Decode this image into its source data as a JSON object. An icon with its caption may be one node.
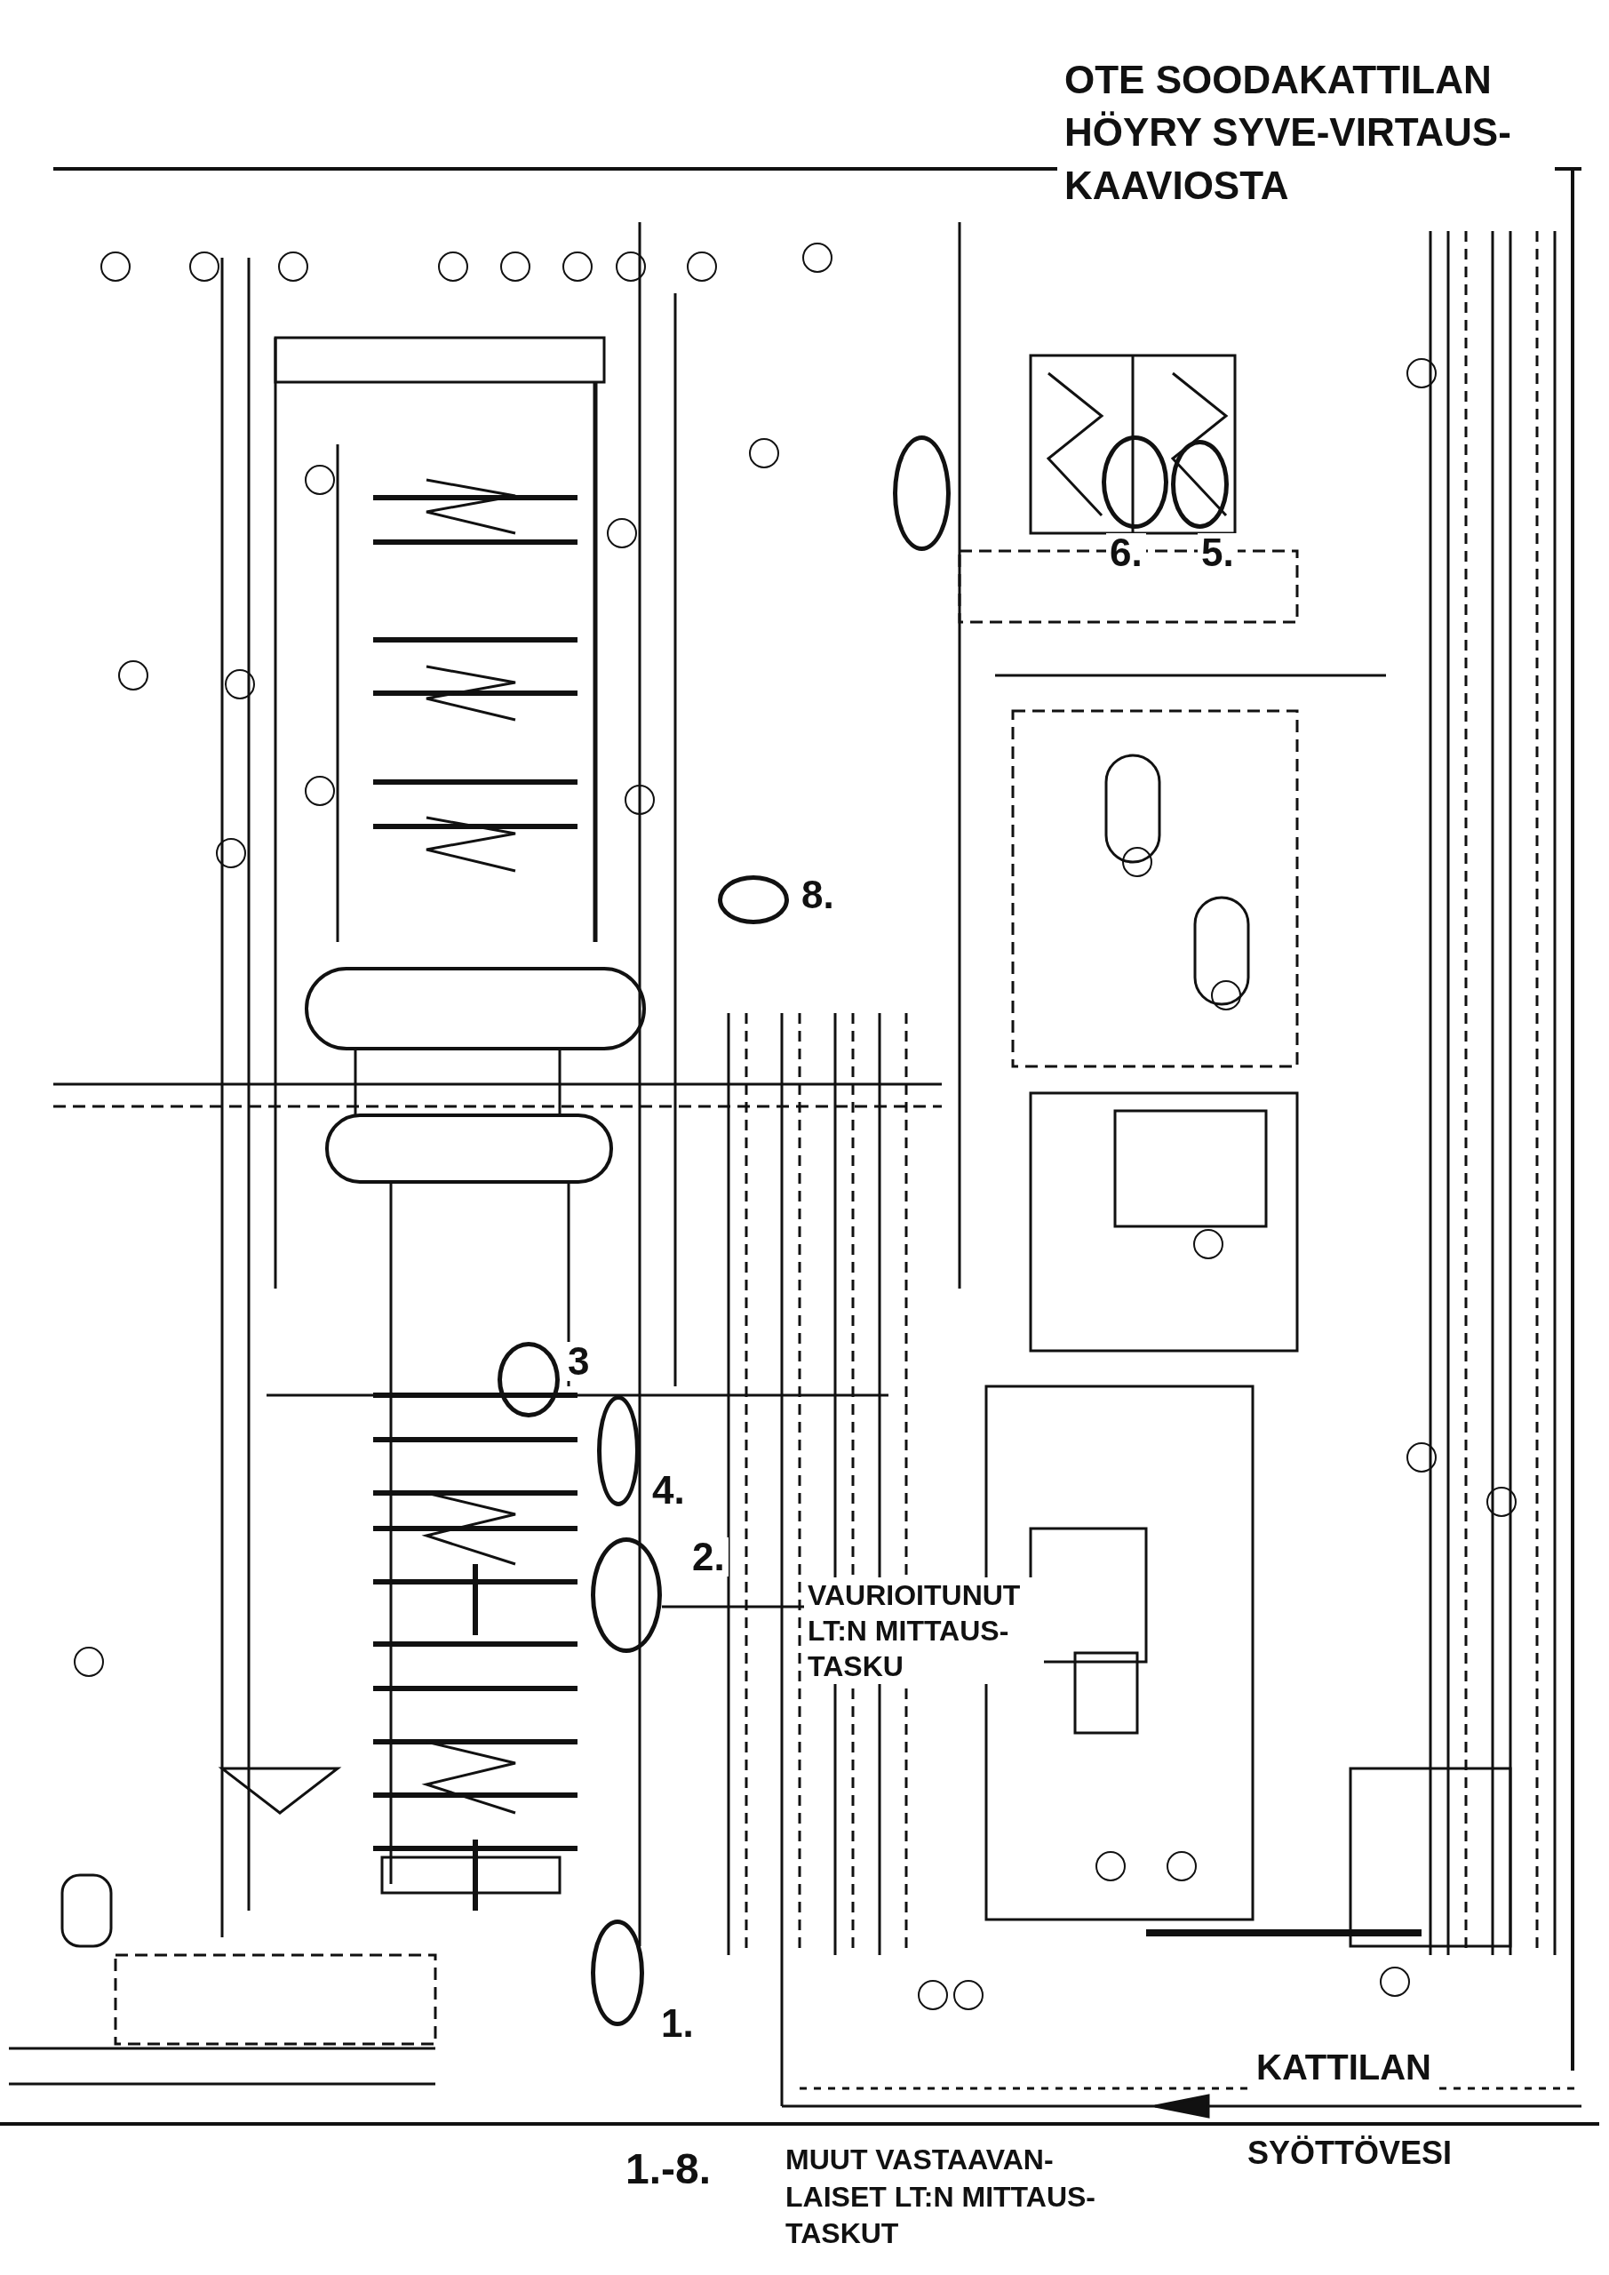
{
  "diagram": {
    "title": "OTE SOODAKATTILAN HÖYRY SYVE-VIRTAUS- KAAVIOSTA",
    "nodes": [
      {
        "text": [],
        "shape": "circle"
      },
      {
        "text": [],
        "shape": "circle",
        "beside": [
          "6."
        ]
      },
      {
        "text": [],
        "shape": "circle",
        "beside": [
          "5."
        ]
      },
      {
        "text": [],
        "shape": "circle",
        "beside": [
          "8."
        ]
      },
      {
        "text": [],
        "shape": "circle",
        "beside": [
          "3"
        ]
      },
      {
        "text": [],
        "shape": "circle",
        "beside": [
          "4."
        ]
      },
      {
        "text": [],
        "shape": "circle",
        "beside": [
          "2."
        ]
      },
      {
        "text": [],
        "shape": "circle",
        "beside": [
          "1."
        ]
      },
      {
        "text": [
          "VAURIOITUNUT LT:N MITTAUS- TASKU"
        ]
      }
    ],
    "edges": [
      {
        "from": 8,
        "to": 6,
        "arrow": "none"
      }
    ],
    "labels": [
      "KATTILAN",
      "SYÖTTÖVESI",
      "1.-8.",
      "MUUT VASTAAVAN- LAISET LT:N MITTAUS- TASKUT"
    ]
  }
}
